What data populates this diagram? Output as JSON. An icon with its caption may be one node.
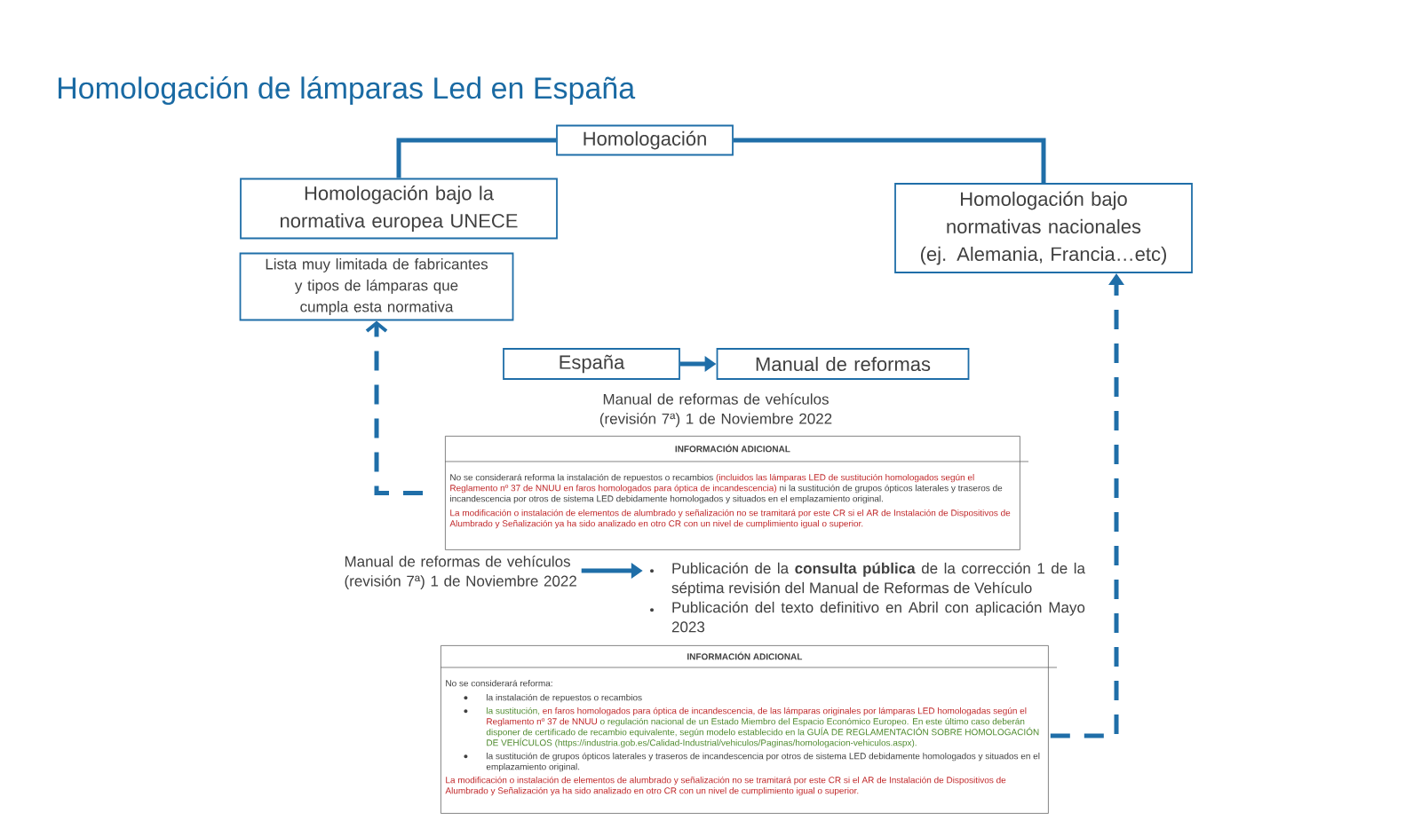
{
  "diagram": {
    "title": "Homologación de lámparas Led en España",
    "nodes": [
      {
        "text": [
          "Homologación"
        ]
      },
      {
        "text": [
          "Homologación bajo la normativa europea UNECE"
        ]
      },
      {
        "text": [
          "Lista muy limitada de fabricantes y tipos de lámparas que cumpla esta normativa"
        ]
      },
      {
        "text": [
          "Homologación bajo normativas nacionales (ej. Alemania, Francia…etc)"
        ]
      },
      {
        "text": [
          "España"
        ]
      },
      {
        "text": [
          "Manual de reformas"
        ],
        "beside": [
          "Manual de reformas de vehículos (revisión 7ª) 1 de Noviembre 2022"
        ]
      },
      {
        "text": [
          "INFORMACIÓN ADICIONAL",
          "No se considerará reforma la instalación de repuestos o recambios",
          "(incluidos las lámparas LED de sustitución homologados según el Reglamento nº 37 de NNUU en faros homologados para óptica de incandescencia)",
          "ni la sustitución de grupos ópticos laterales y traseros de incandescencia por otros de sistema LED debidamente homologados y situados en el emplazamiento original.",
          "La modificación o instalación de elementos de alumbrado y señalización no se tramitará por este CR si el AR de Instalación de Dispositivos de Alumbrado y Señalización ya ha sido analizado en otro CR con un nivel de cumplimiento igual o superior."
        ]
      },
      {
        "text": [
          "Manual de reformas de vehículos (revisión 7ª) 1 de Noviembre 2022"
        ]
      },
      {
        "text": [
          "Publicación de la **consulta pública** de la corrección 1 de la séptima revisión del Manual de Reformas de Vehículo",
          "Publicación del texto definitivo en Abril  con aplicación Mayo 2023"
        ]
      },
      {
        "text": [
          "INFORMACIÓN ADICIONAL",
          "No se considerará reforma:",
          "la instalación de repuestos o recambios",
          "la sustitución,",
          "en faros homologados para óptica de incandescencia, de las lámparas originales por lámparas LED homologadas según el Reglamento nº 37 de NNUU",
          "o regulación nacional de un Estado Miembro del Espacio Económico Europeo. En este último caso deberán disponer de certificado de recambio equivalente, según modelo establecido en la GUÍA DE REGLAMENTACIÓN SOBRE HOMOLOGACIÓN DE VEHÍCULOS (https://industria.gob.es/Calidad-Industrial/vehiculos/Paginas/homologacion-vehiculos.aspx).",
          "la sustitución de grupos ópticos laterales y traseros de incandescencia por otros de sistema LED debidamente homologados y situados en el emplazamiento original.",
          "La modificación o instalación de elementos de alumbrado y señalización no se tramitará por este CR si el AR de Instalación de Dispositivos de Alumbrado y Señalización ya ha sido analizado en otro CR con un nivel de cumplimiento igual o superior."
        ]
      }
    ],
    "edges": [
      {
        "from": 0,
        "to": 1,
        "arrow": "none"
      },
      {
        "from": 0,
        "to": 3,
        "arrow": "none"
      },
      {
        "from": 4,
        "to": 5,
        "arrow": "to"
      },
      {
        "from": 6,
        "to": 2,
        "arrow": "to",
        "style": "dashed"
      },
      {
        "from": 7,
        "to": 8,
        "arrow": "to"
      },
      {
        "from": 9,
        "to": 3,
        "arrow": "to",
        "style": "dashed"
      }
    ]
  }
}
